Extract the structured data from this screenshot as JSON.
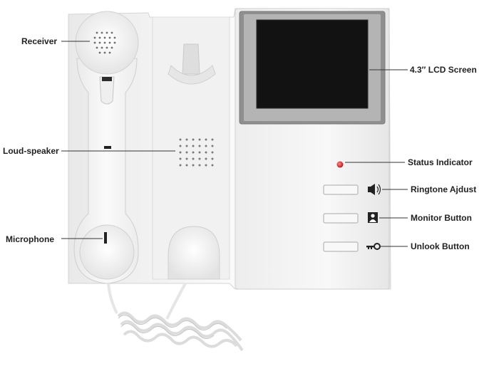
{
  "callouts": {
    "receiver": "Receiver",
    "loud_speaker": "Loud-speaker",
    "microphone": "Microphone",
    "lcd_screen": "4.3″ LCD Screen",
    "status_indicator": "Status Indicator",
    "ringtone_adjust": "Ringtone Ajdust",
    "monitor_button": "Monitor Button",
    "unlock_button": "Unlook Button"
  },
  "colors": {
    "body": "#f4f4f4",
    "shadow": "#d9d9d9",
    "screen_frame": "#8f8f8f",
    "screen": "#121212",
    "status_led": "#d42020",
    "text": "#222222"
  },
  "icons": {
    "ringtone": "speaker-icon",
    "monitor": "person-icon",
    "unlock": "key-icon"
  }
}
